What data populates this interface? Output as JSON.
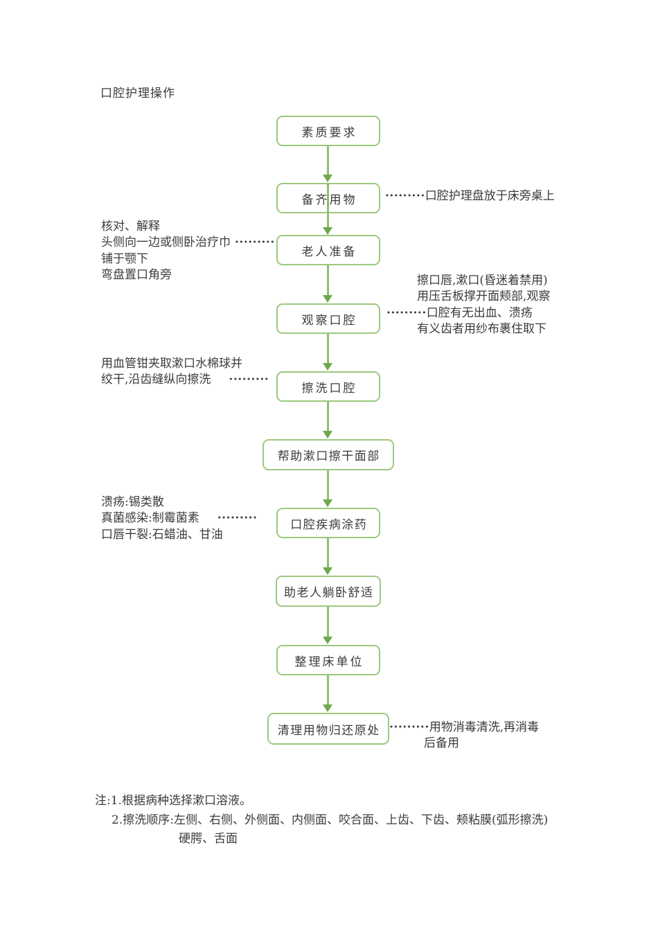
{
  "page": {
    "title": "口腔护理操作"
  },
  "colors": {
    "box_border": "#9cc87e",
    "arrow_line": "#8fbe70",
    "arrow_head": "#6fa74d",
    "text": "#3b3b3b",
    "background": "#ffffff"
  },
  "leader": "·········",
  "flow": {
    "steps": [
      {
        "label": "素质要求"
      },
      {
        "label": "备齐用物"
      },
      {
        "label": "老人准备"
      },
      {
        "label": "观察口腔"
      },
      {
        "label": "擦洗口腔"
      },
      {
        "label": "帮助漱口擦干面部"
      },
      {
        "label": "口腔疾病涂药"
      },
      {
        "label": "助老人躺卧舒适"
      },
      {
        "label": "整理床单位"
      },
      {
        "label": "清理用物归还原处"
      }
    ]
  },
  "annotations": {
    "supplies": {
      "text": "口腔护理盘放于床旁桌上"
    },
    "prep": {
      "lines": [
        "核对、解释",
        "头侧向一边或侧卧治疗巾",
        "铺于颚下",
        "弯盘置口角旁"
      ]
    },
    "observe": {
      "lines": [
        "擦口唇,漱口(昏迷着禁用)",
        "用压舌板撑开面颊部,观察",
        "口腔有无出血、溃疡",
        "有义齿者用纱布裹住取下"
      ]
    },
    "wipe": {
      "lines": [
        "用血管钳夹取漱口水棉球并",
        "绞干,沿齿缝纵向擦洗"
      ]
    },
    "medicate": {
      "lines": [
        "溃疡:锡类散",
        "真菌感染:制霉菌素",
        "口唇干裂:石蜡油、甘油"
      ]
    },
    "cleanup": {
      "lines": [
        "用物消毒清洗,再消毒",
        "后备用"
      ]
    }
  },
  "notes": {
    "lines": [
      "注:1.根据病种选择漱口溶液。",
      "2.擦洗顺序:左侧、右侧、外侧面、内侧面、咬合面、上齿、下齿、颊粘膜(弧形擦洗)",
      "硬腭、舌面"
    ]
  }
}
